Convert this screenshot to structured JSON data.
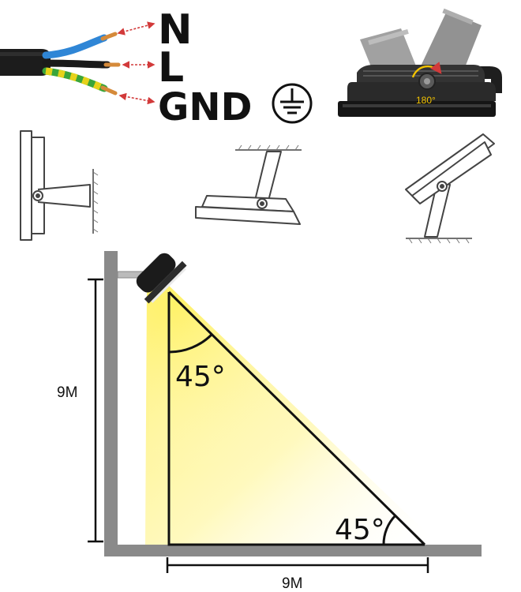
{
  "wiring": {
    "neutral_label": "N",
    "live_label": "L",
    "ground_label": "GND",
    "icon": "ground-symbol-icon"
  },
  "rotation": {
    "angle_label": "180°"
  },
  "mounting": {
    "views": [
      "wall-mount-icon",
      "ceiling-mount-icon",
      "ground-mount-icon"
    ]
  },
  "beam": {
    "height_label": "9M",
    "distance_label": "9M",
    "top_angle_label": "45°",
    "bottom_angle_label": "45°"
  },
  "colors": {
    "neutral_wire": "#2f86d6",
    "live_wire": "#1a1a1a",
    "ground_wire_green": "#3aa53a",
    "ground_wire_yellow": "#e6d21a",
    "copper": "#d58a3a",
    "arrow": "#d23a3a",
    "beam": "#fff27a",
    "wall": "#8a8a8a",
    "accent": "#f2c200"
  }
}
